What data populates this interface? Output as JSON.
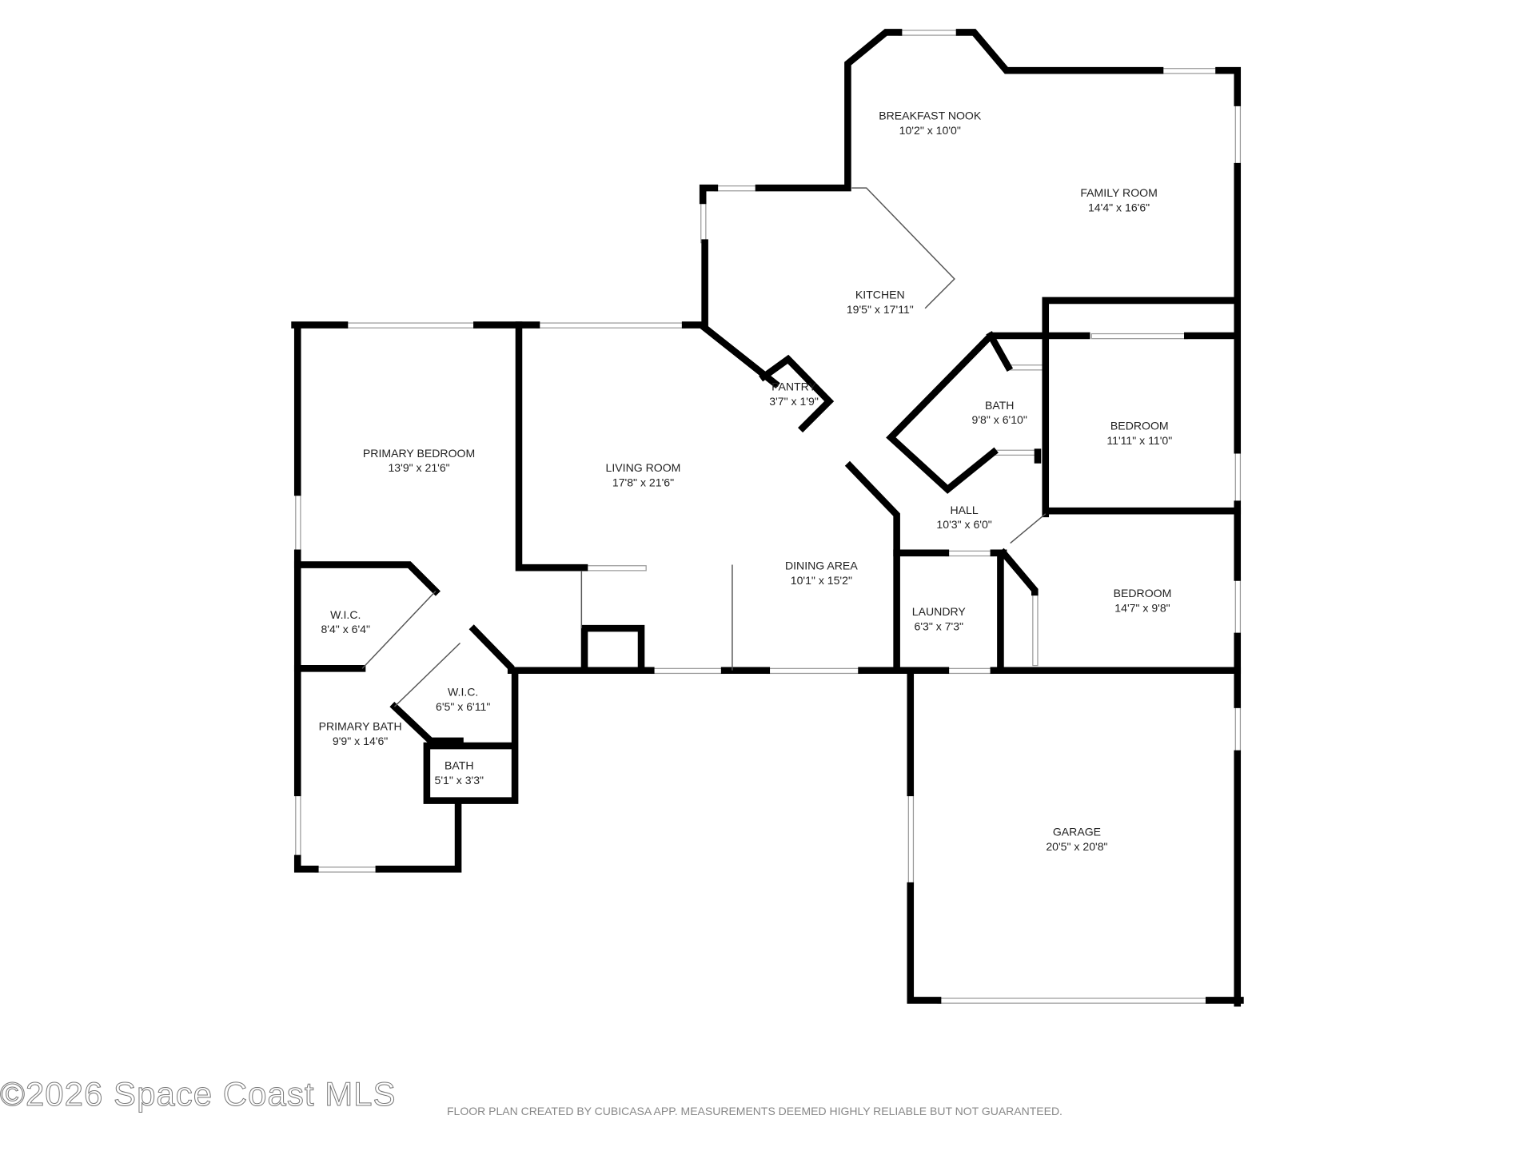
{
  "rooms": [
    {
      "name": "BREAKFAST NOOK",
      "size": "10'2\" x 10'0\""
    },
    {
      "name": "FAMILY ROOM",
      "size": "14'4\" x 16'6\""
    },
    {
      "name": "KITCHEN",
      "size": "19'5\" x 17'11\""
    },
    {
      "name": "PANTRY",
      "size": "3'7\" x 1'9\""
    },
    {
      "name": "BATH",
      "size": "9'8\" x 6'10\""
    },
    {
      "name": "BEDROOM",
      "size": "11'11\" x 11'0\""
    },
    {
      "name": "PRIMARY BEDROOM",
      "size": "13'9\" x 21'6\""
    },
    {
      "name": "LIVING ROOM",
      "size": "17'8\" x 21'6\""
    },
    {
      "name": "HALL",
      "size": "10'3\" x 6'0\""
    },
    {
      "name": "DINING AREA",
      "size": "10'1\" x 15'2\""
    },
    {
      "name": "BEDROOM",
      "size": "14'7\" x 9'8\""
    },
    {
      "name": "LAUNDRY",
      "size": "6'3\" x 7'3\""
    },
    {
      "name": "W.I.C.",
      "size": "8'4\" x 6'4\""
    },
    {
      "name": "W.I.C.",
      "size": "6'5\" x 6'11\""
    },
    {
      "name": "PRIMARY BATH",
      "size": "9'9\" x 14'6\""
    },
    {
      "name": "BATH",
      "size": "5'1\" x 3'3\""
    },
    {
      "name": "GARAGE",
      "size": "20'5\" x 20'8\""
    }
  ],
  "watermark": "©2026 Space Coast MLS",
  "footer": "FLOOR PLAN CREATED BY CUBICASA APP. MEASUREMENTS DEEMED HIGHLY RELIABLE BUT NOT GUARANTEED."
}
